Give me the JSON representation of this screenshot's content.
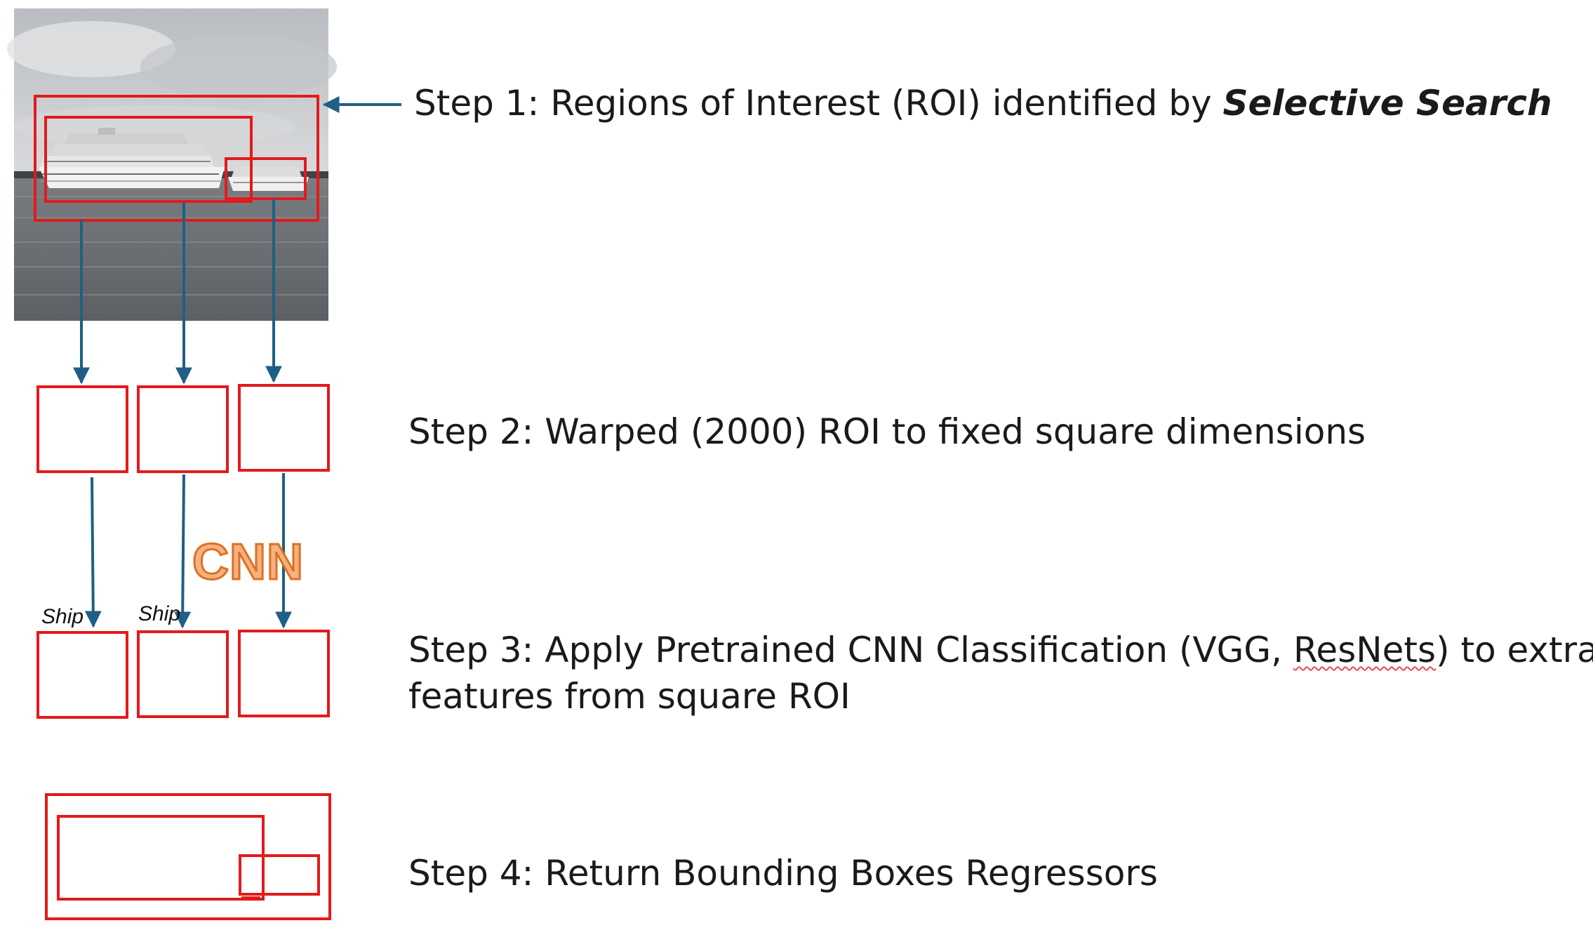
{
  "steps": [
    {
      "prefix": "Step 1: Regions of Interest (ROI) identified by ",
      "emphasis": "Selective Search"
    },
    {
      "text": "Step 2: Warped (2000) ROI to fixed square dimensions"
    },
    {
      "line1_a": "Step 3: Apply Pretrained CNN Classification (VGG, ",
      "line1_b": "ResNets",
      "line1_c": ") to extract",
      "line2": "features from square ROI"
    },
    {
      "text": "Step 4: Return Bounding Boxes Regressors"
    }
  ],
  "labels": {
    "ship_1": "Ship",
    "ship_2": "Ship",
    "cnn": "CNN"
  },
  "colors": {
    "box_red": "#e31a1c",
    "arrow_blue": "#1f5f85",
    "cnn_fill": "#f4b183",
    "cnn_stroke": "#e0701f"
  }
}
